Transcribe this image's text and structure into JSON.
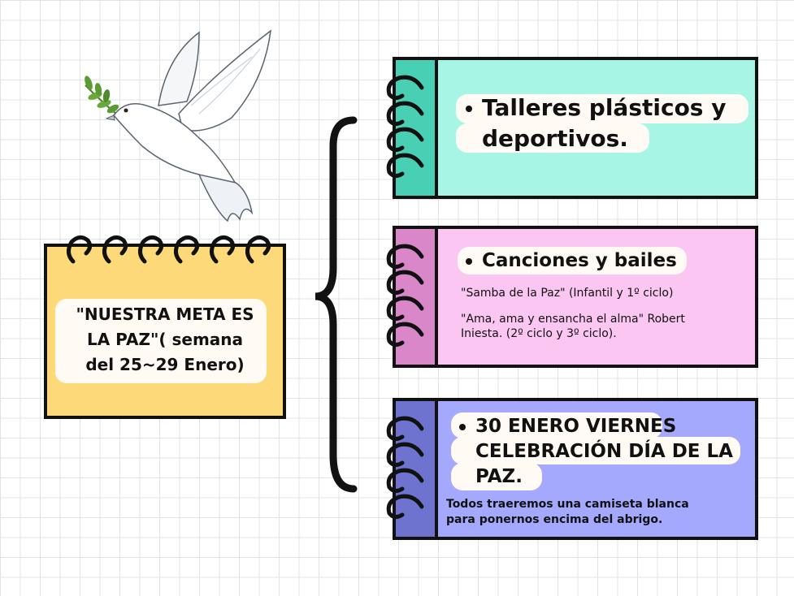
{
  "left_note": {
    "line1": "\"NUESTRA META ES",
    "line2": "LA PAZ\"( semana",
    "line3": "del 25~29 Enero)"
  },
  "cards": [
    {
      "title_line1": "Talleres plásticos y",
      "title_line2": "deportivos.",
      "color": "#a7f5e4",
      "tab_color": "#49cfb4"
    },
    {
      "title": "Canciones y bailes",
      "line1": "\"Samba de la Paz\" (Infantil y 1º ciclo)",
      "line2": "\"Ama, ama y ensancha el alma\" Robert",
      "line3": "Iniesta. (2º ciclo y 3º ciclo).",
      "color": "#fbc6f1",
      "tab_color": "#d987c9"
    },
    {
      "title_line1": "30 ENERO VIERNES",
      "title_line2": "CELEBRACIÓN DÍA DE LA",
      "title_line3": "PAZ.",
      "note_line1": "Todos traeremos una camiseta blanca",
      "note_line2": "para ponernos encima del abrigo.",
      "color": "#a5a9fd",
      "tab_color": "#6e73cf"
    }
  ],
  "colors": {
    "note_yellow": "#fdd97a",
    "outline": "#111111"
  }
}
